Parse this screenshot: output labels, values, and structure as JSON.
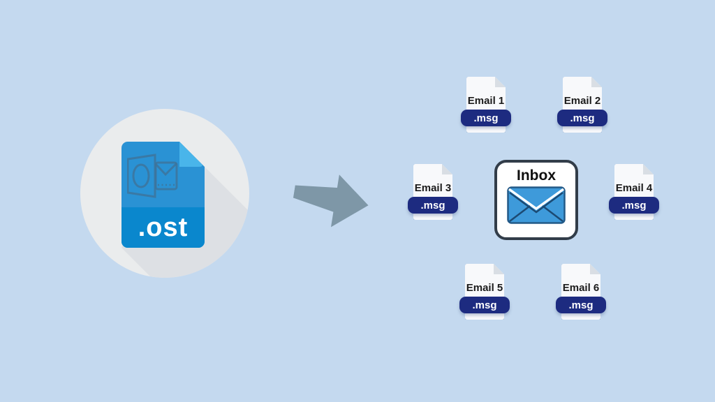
{
  "background_color": "#c4d9ef",
  "source_file": {
    "extension_label": ".ost",
    "icon": "outlook-file-icon",
    "body_color": "#2a92d4",
    "fold_color": "#49b5ea",
    "band_color": "#0a87cd",
    "backdrop": "circle-with-long-shadow"
  },
  "arrow": {
    "icon": "arrow-right-icon",
    "color": "#7e97a7"
  },
  "inbox": {
    "label": "Inbox",
    "icon": "envelope-icon",
    "border_color": "#323d49",
    "envelope_color": "#3e9ada"
  },
  "emails": [
    {
      "label": "Email 1",
      "extension": ".msg"
    },
    {
      "label": "Email 2",
      "extension": ".msg"
    },
    {
      "label": "Email 3",
      "extension": ".msg"
    },
    {
      "label": "Email 4",
      "extension": ".msg"
    },
    {
      "label": "Email 5",
      "extension": ".msg"
    },
    {
      "label": "Email 6",
      "extension": ".msg"
    }
  ],
  "badge_color": "#1d2b80",
  "page_icon": "document-with-folded-corner"
}
